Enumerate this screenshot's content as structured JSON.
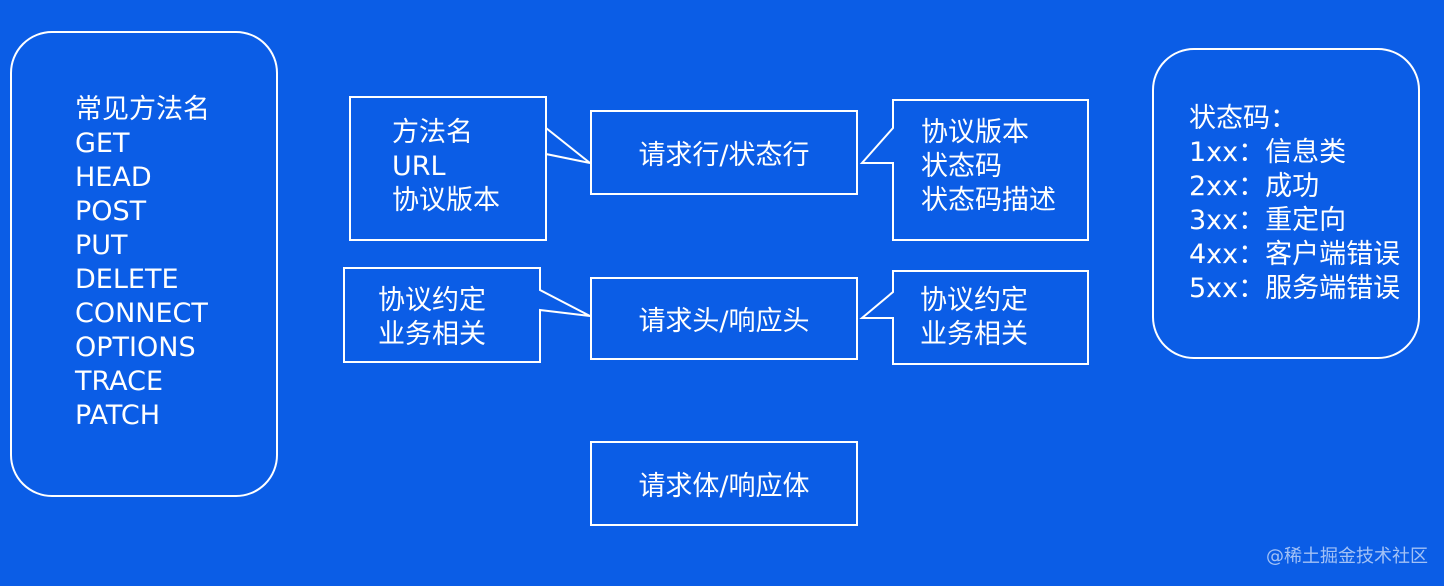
{
  "methods_panel": {
    "lines": [
      "常见方法名",
      "GET",
      "HEAD",
      "POST",
      "PUT",
      "DELETE",
      "CONNECT",
      "OPTIONS",
      "TRACE",
      "PATCH"
    ]
  },
  "status_codes_panel": {
    "lines": [
      "状态码：",
      "1xx：信息类",
      "2xx：成功",
      "3xx：重定向",
      "4xx：客户端错误",
      "5xx：服务端错误"
    ]
  },
  "message_parts": {
    "line": "请求行/状态行",
    "headers": "请求头/响应头",
    "body": "请求体/响应体"
  },
  "callouts": {
    "request_line_left": [
      "方法名",
      "URL",
      "协议版本"
    ],
    "status_line_right": [
      "协议版本",
      "状态码",
      "状态码描述"
    ],
    "headers_left": [
      "协议约定",
      "业务相关"
    ],
    "headers_right": [
      "协议约定",
      "业务相关"
    ]
  },
  "watermark": "@稀土掘金技术社区"
}
